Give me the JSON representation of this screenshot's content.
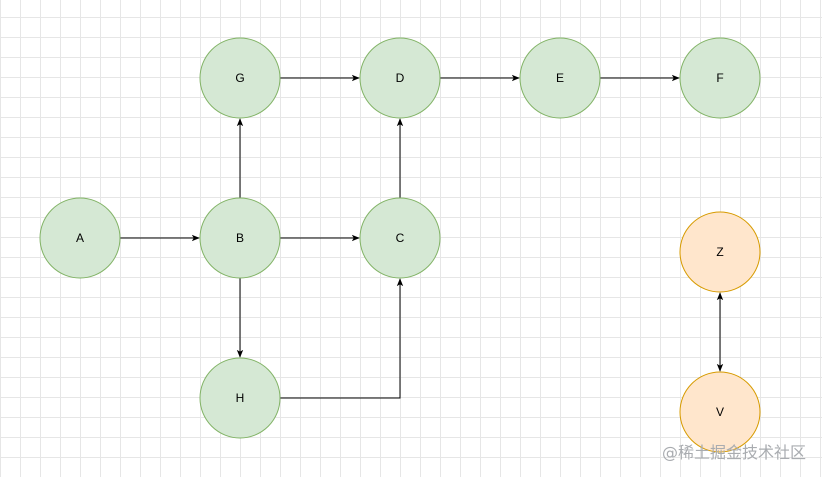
{
  "diagram": {
    "nodes": [
      {
        "id": "G",
        "label": "G",
        "style": "green"
      },
      {
        "id": "D",
        "label": "D",
        "style": "green"
      },
      {
        "id": "E",
        "label": "E",
        "style": "green"
      },
      {
        "id": "F",
        "label": "F",
        "style": "green"
      },
      {
        "id": "A",
        "label": "A",
        "style": "green"
      },
      {
        "id": "B",
        "label": "B",
        "style": "green"
      },
      {
        "id": "C",
        "label": "C",
        "style": "green"
      },
      {
        "id": "H",
        "label": "H",
        "style": "green"
      },
      {
        "id": "Z",
        "label": "Z",
        "style": "orange"
      },
      {
        "id": "V",
        "label": "V",
        "style": "orange"
      }
    ],
    "edges": [
      {
        "from": "A",
        "to": "B"
      },
      {
        "from": "B",
        "to": "C"
      },
      {
        "from": "B",
        "to": "G"
      },
      {
        "from": "B",
        "to": "H"
      },
      {
        "from": "G",
        "to": "D"
      },
      {
        "from": "C",
        "to": "D"
      },
      {
        "from": "D",
        "to": "E"
      },
      {
        "from": "E",
        "to": "F"
      },
      {
        "from": "H",
        "to": "C",
        "routing": "elbow"
      },
      {
        "from": "Z",
        "to": "V",
        "bidirectional": true
      }
    ],
    "colors": {
      "green_fill": "#d5e8d4",
      "green_stroke": "#82b366",
      "orange_fill": "#ffe6cc",
      "orange_stroke": "#d79b00",
      "edge": "#000000"
    }
  },
  "watermark": {
    "text": "@稀土掘金技术社区"
  }
}
